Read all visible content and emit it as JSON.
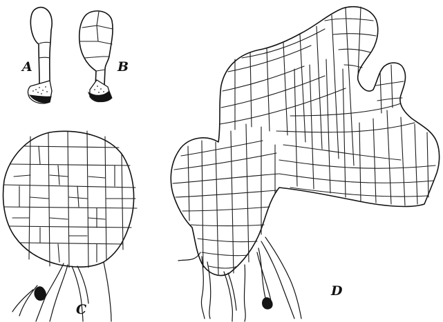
{
  "labels": {
    "a": "A",
    "b": "B",
    "c": "C",
    "d": "D"
  },
  "colors": {
    "ink": "#111111",
    "paper": "#ffffff"
  }
}
